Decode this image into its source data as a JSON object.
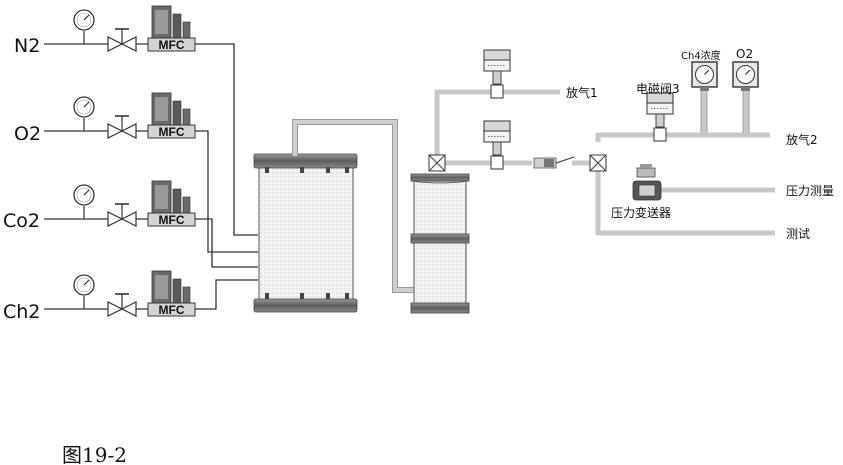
{
  "gas_lines": [
    {
      "label": "N2"
    },
    {
      "label": "O2"
    },
    {
      "label": "Co2"
    },
    {
      "label": "Ch2"
    }
  ],
  "mfc_label": "MFC",
  "vent1_label": "放气1",
  "vent2_label": "放气2",
  "solenoid_label": "电磁阀3",
  "ch4_meter_label": "Ch4浓度",
  "o2_meter_label": "O2",
  "pressure_measure_label": "压力测量",
  "pressure_transmitter_label": "压力变送器",
  "test_label": "测试",
  "figure_caption": "图19-2",
  "colors": {
    "pipe": "#c8c8c8",
    "pipe_edge": "#9a9a9a",
    "line": "#333333",
    "mfc_dark": "#5a5a5a",
    "flange": "#777777"
  }
}
